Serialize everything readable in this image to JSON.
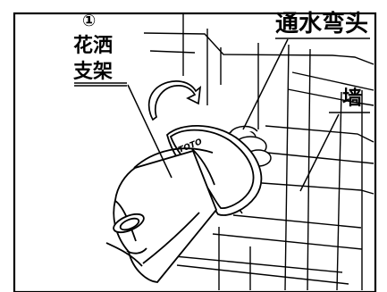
{
  "diagram": {
    "step_number": "①",
    "part_label_line1": "花洒",
    "part_label_line2": "支架",
    "elbow_label": "通水弯头",
    "wall_label": "墙",
    "brand_mark": "TOTO"
  }
}
